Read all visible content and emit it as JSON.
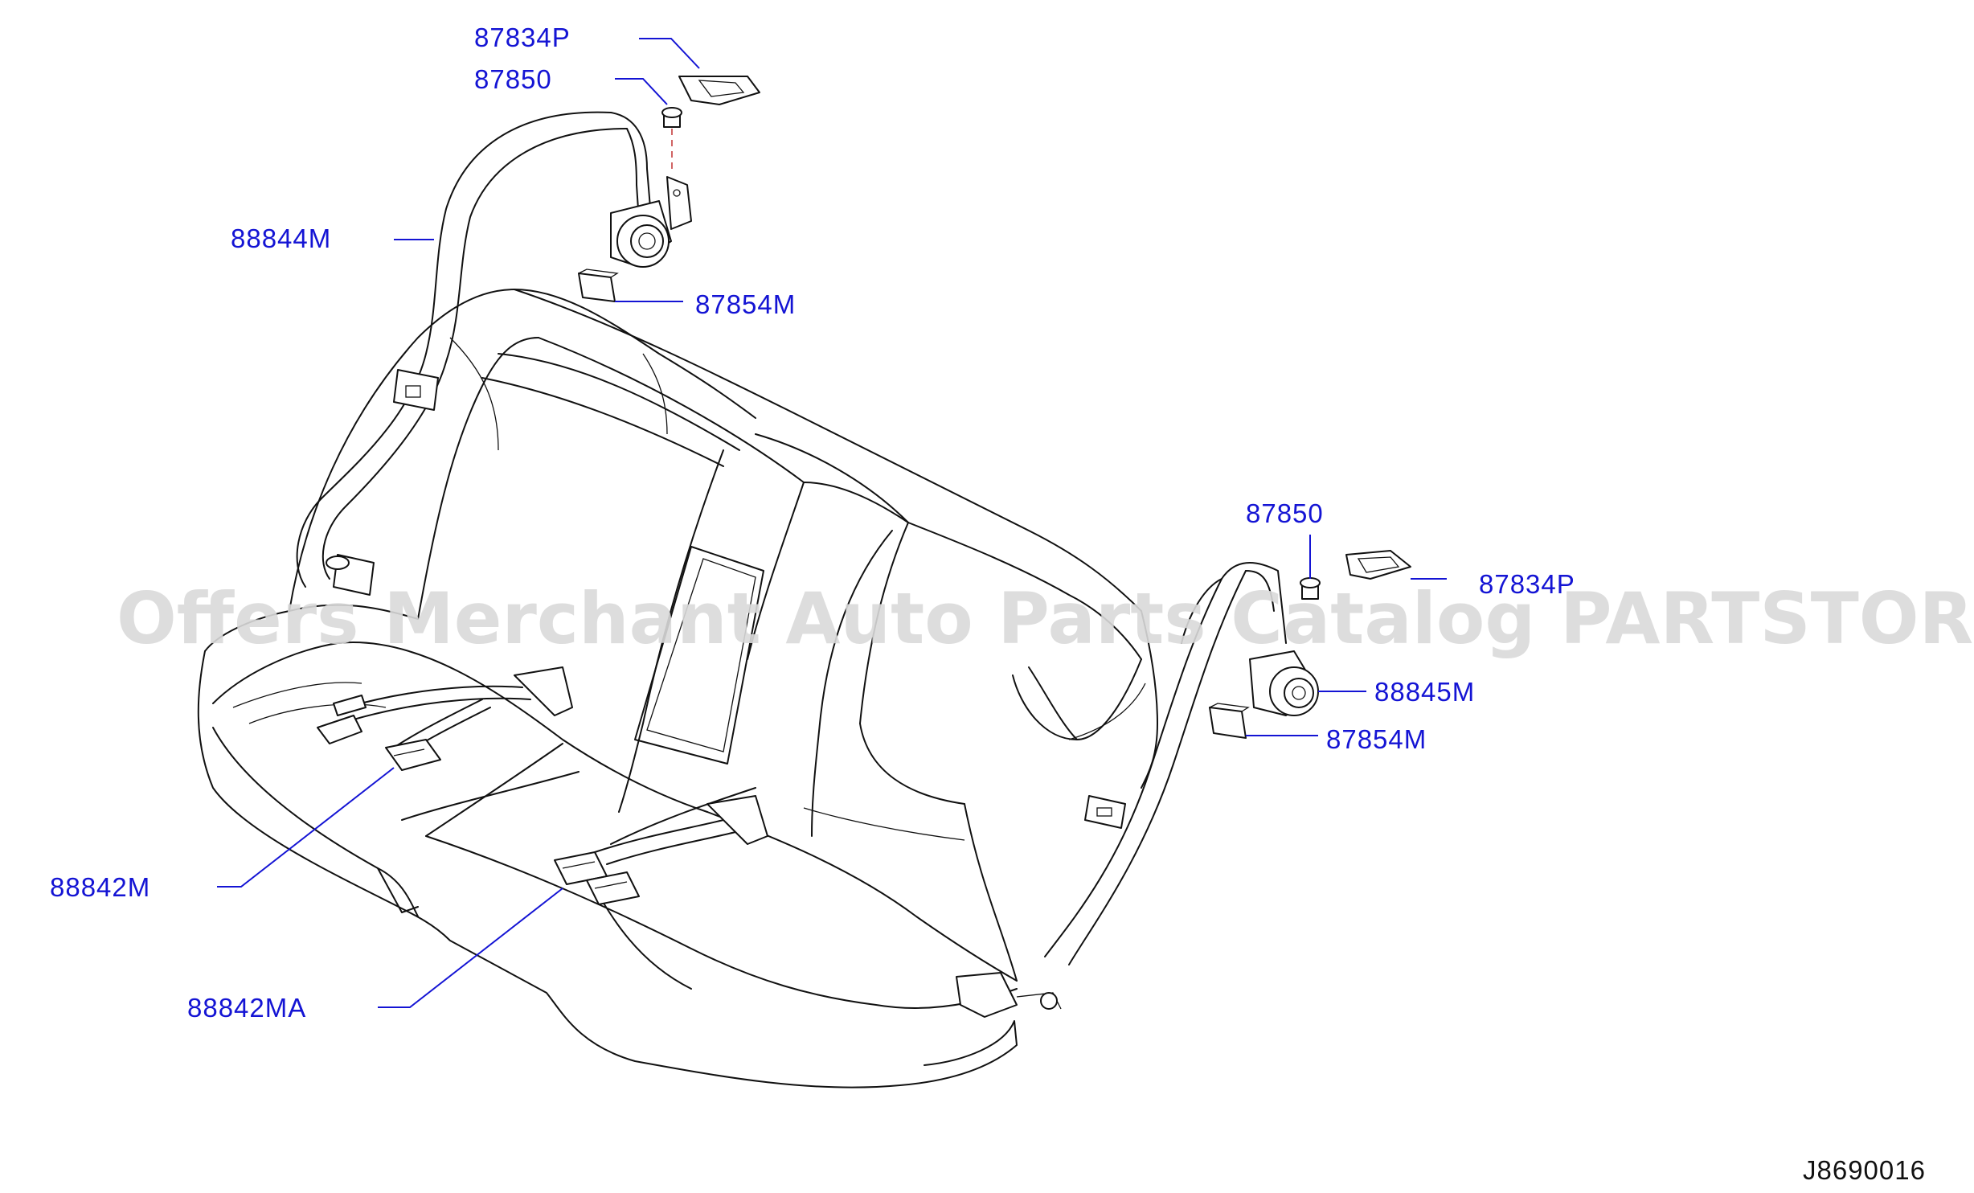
{
  "diagram": {
    "watermark": "Offers Merchant Auto Parts Catalog PARTSTORE.SA",
    "diagram_code": "J8690016",
    "labels": {
      "cover_upper_left": "87834P",
      "bolt_upper_left": "87850",
      "belt_rear_left": "88844M",
      "cap_upper_left": "87854M",
      "bolt_right": "87850",
      "cover_right": "87834P",
      "belt_rear_right": "88845M",
      "cap_right": "87854M",
      "buckle_left": "88842M",
      "buckle_center": "88842MA"
    }
  }
}
